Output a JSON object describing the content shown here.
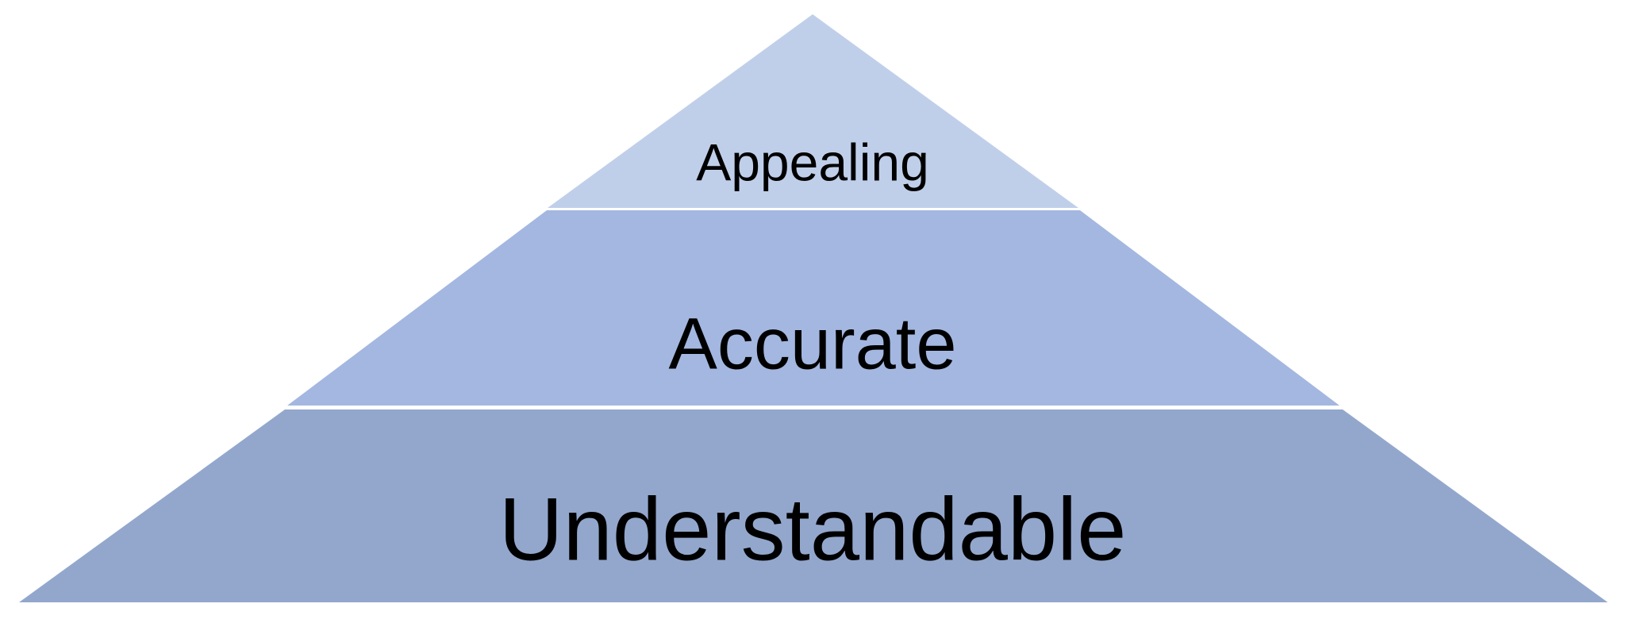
{
  "diagram": {
    "type": "pyramid",
    "tiers": [
      {
        "label": "Appealing",
        "color": "#c0cfe9"
      },
      {
        "label": "Accurate",
        "color": "#a3b7e0"
      },
      {
        "label": "Understandable",
        "color": "#93a7cd"
      }
    ],
    "separator_color": "#ffffff"
  }
}
